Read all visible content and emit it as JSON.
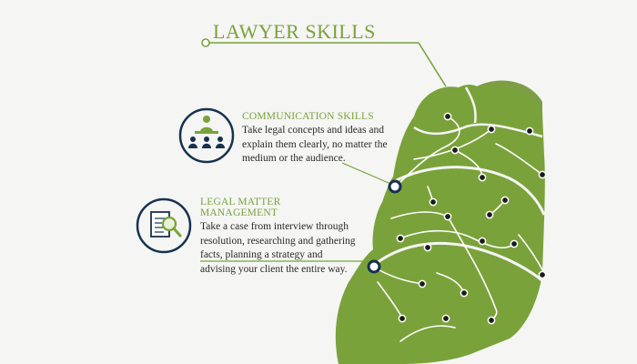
{
  "title": "LAWYER SKILLS",
  "skills": [
    {
      "heading": "COMMUNICATION SKILLS",
      "text": "Take legal concepts and ideas and explain them clearly, no matter the medium or the audience.",
      "icon": "audience-presentation-icon"
    },
    {
      "heading": "LEGAL MATTER MANAGEMENT",
      "text": "Take a case from interview through resolution, researching and gathering facts, planning a strategy and advising your client the entire way.",
      "icon": "document-magnifier-icon"
    }
  ],
  "colors": {
    "brain": "#7aa23a",
    "brain_shade": "#6a8f30",
    "accent": "#7aa23a",
    "navy": "#17324f",
    "background": "#f5f5f4"
  },
  "decor": {
    "brain_icon": "brain-circuit-icon"
  }
}
